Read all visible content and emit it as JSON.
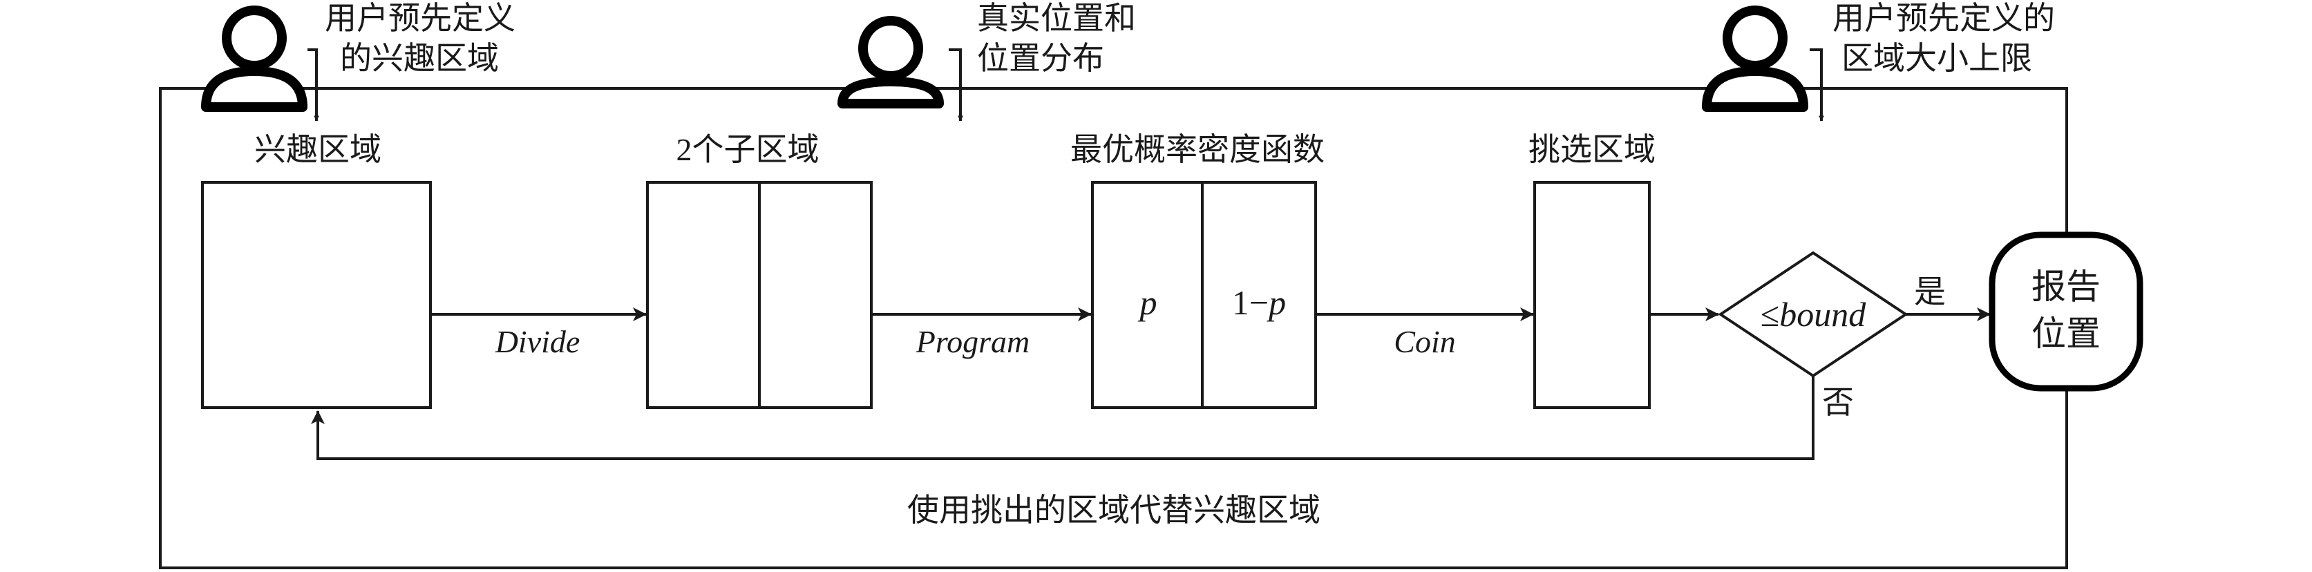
{
  "actors": [
    {
      "icon": "user-icon",
      "label_line1": "用户预先定义",
      "label_line2": "的兴趣区域"
    },
    {
      "icon": "user-icon",
      "label_line1": "真实位置和",
      "label_line2": "位置分布"
    },
    {
      "icon": "user-icon",
      "label_line1": "用户预先定义的",
      "label_line2": "区域大小上限"
    }
  ],
  "boxes": {
    "region_of_interest": "兴趣区域",
    "two_subregions": "2个子区域",
    "optimal_pdf": "最优概率密度函数",
    "p_label": "p",
    "one_minus_p_label": "1−p",
    "selected_region": "挑选区域"
  },
  "edges": {
    "divide": "Divide",
    "program": "Program",
    "coin": "Coin",
    "yes": "是",
    "no": "否"
  },
  "decision": {
    "le_symbol": "≤",
    "bound_text": "bound"
  },
  "report": {
    "line1": "报告",
    "line2": "位置"
  },
  "loop_caption": "使用挑出的区域代替兴趣区域",
  "colors": {
    "stroke": "#1a1a1a",
    "background": "#ffffff"
  }
}
